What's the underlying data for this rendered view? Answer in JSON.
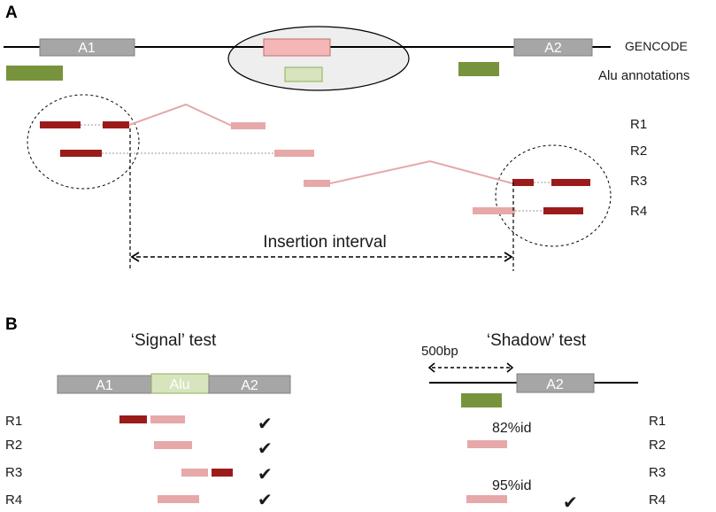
{
  "panels": {
    "a": "A",
    "b": "B"
  },
  "panel_a": {
    "annotation_labels": {
      "gencode": "GENCODE",
      "alu": "Alu annotations"
    },
    "exons": {
      "a1": "A1",
      "a2": "A2"
    },
    "reads": [
      "R1",
      "R2",
      "R3",
      "R4"
    ],
    "interval_label": "Insertion interval"
  },
  "signal_test": {
    "title": "‘Signal’ test",
    "segments": {
      "a1": "A1",
      "alu": "Alu",
      "a2": "A2"
    },
    "reads": [
      "R1",
      "R2",
      "R3",
      "R4"
    ],
    "checks": [
      "✔",
      "✔",
      "✔",
      "✔"
    ]
  },
  "shadow_test": {
    "title": "‘Shadow’ test",
    "distance": "500bp",
    "exon": "A2",
    "reads": [
      "R1",
      "R2",
      "R3",
      "R4"
    ],
    "identity_1": "82%id",
    "identity_2": "95%id",
    "check": "✔"
  },
  "colors": {
    "exon_grey": "#a6a6a6",
    "alu_green": "#77933c",
    "alu_light_green": "#d7e4bd",
    "read_dark_red": "#9b1b1b",
    "read_pink": "#e6a8a8",
    "ellipse_fill": "#eeeeee"
  }
}
